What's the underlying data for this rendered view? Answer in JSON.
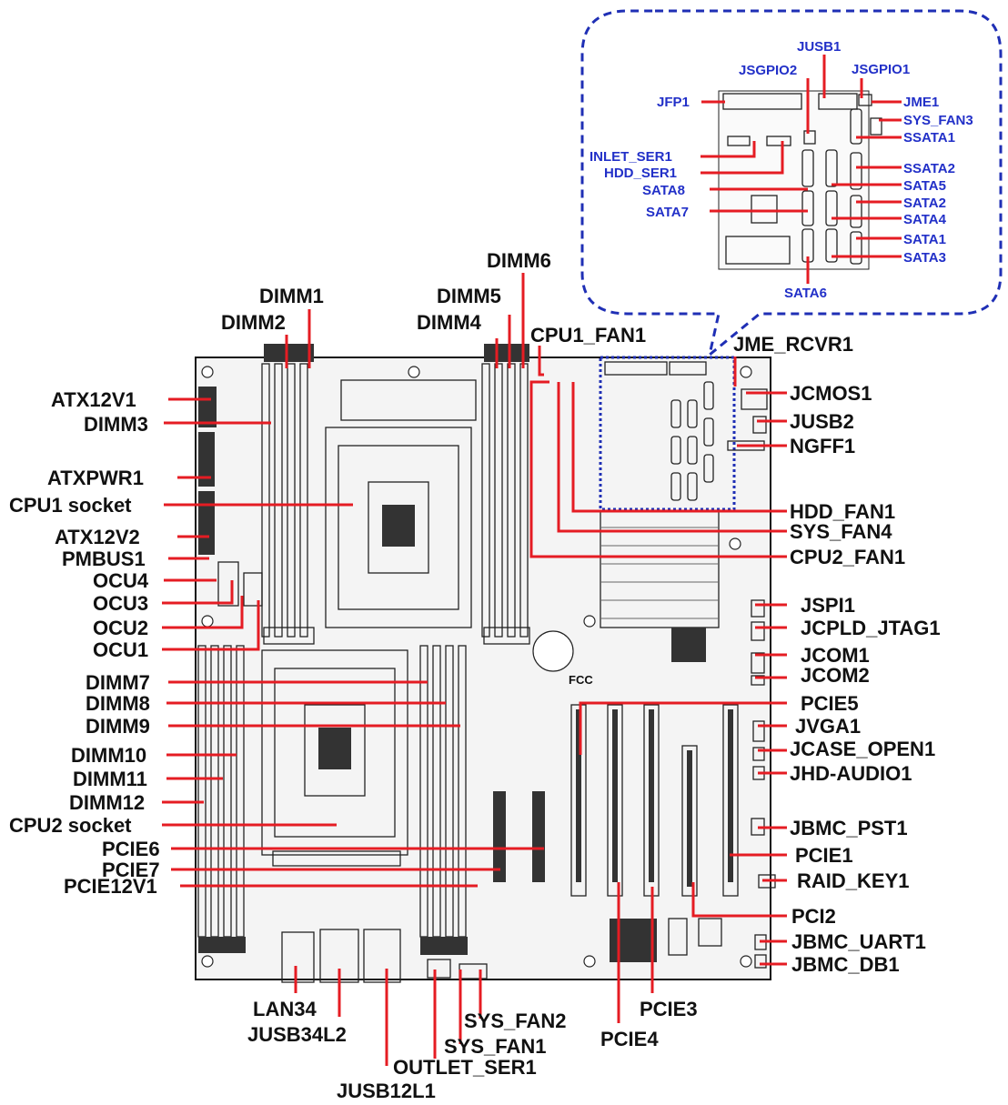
{
  "callout_labels": {
    "jusb1": "JUSB1",
    "jsgpio2": "JSGPIO2",
    "jsgpio1": "JSGPIO1",
    "jfp1": "JFP1",
    "jme1": "JME1",
    "sys_fan3": "SYS_FAN3",
    "ssata1": "SSATA1",
    "inlet_ser1": "INLET_SER1",
    "hdd_ser1": "HDD_SER1",
    "ssata2": "SSATA2",
    "sata5": "SATA5",
    "sata8": "SATA8",
    "sata2": "SATA2",
    "sata7": "SATA7",
    "sata4": "SATA4",
    "sata1": "SATA1",
    "sata3": "SATA3",
    "sata6": "SATA6"
  },
  "labels": {
    "dimm6": "DIMM6",
    "dimm1": "DIMM1",
    "dimm5": "DIMM5",
    "dimm2": "DIMM2",
    "dimm4": "DIMM4",
    "cpu1_fan1": "CPU1_FAN1",
    "jme_rcvr1": "JME_RCVR1",
    "atx12v1": "ATX12V1",
    "jcmos1": "JCMOS1",
    "dimm3": "DIMM3",
    "jusb2": "JUSB2",
    "ngff1": "NGFF1",
    "atxpwr1": "ATXPWR1",
    "cpu1_socket": "CPU1 socket",
    "hdd_fan1": "HDD_FAN1",
    "atx12v2": "ATX12V2",
    "sys_fan4": "SYS_FAN4",
    "pmbus1": "PMBUS1",
    "cpu2_fan1": "CPU2_FAN1",
    "ocu4": "OCU4",
    "ocu3": "OCU3",
    "jspi1": "JSPI1",
    "ocu2": "OCU2",
    "jcpld_jtag1": "JCPLD_JTAG1",
    "ocu1": "OCU1",
    "jcom1": "JCOM1",
    "jcom2": "JCOM2",
    "dimm7": "DIMM7",
    "dimm8": "DIMM8",
    "pcie5": "PCIE5",
    "dimm9": "DIMM9",
    "jvga1": "JVGA1",
    "dimm10": "DIMM10",
    "jcase_open1": "JCASE_OPEN1",
    "dimm11": "DIMM11",
    "jhd_audio1": "JHD-AUDIO1",
    "dimm12": "DIMM12",
    "cpu2_socket": "CPU2 socket",
    "jbmc_pst1": "JBMC_PST1",
    "pcie6": "PCIE6",
    "pcie1": "PCIE1",
    "pcie7": "PCIE7",
    "raid_key1": "RAID_KEY1",
    "pcie12v1": "PCIE12V1",
    "pci2": "PCI2",
    "jbmc_uart1": "JBMC_UART1",
    "jbmc_db1": "JBMC_DB1",
    "lan34": "LAN34",
    "sys_fan2": "SYS_FAN2",
    "pcie3": "PCIE3",
    "jusb34l2": "JUSB34L2",
    "sys_fan1": "SYS_FAN1",
    "pcie4": "PCIE4",
    "outlet_ser1": "OUTLET_SER1",
    "jusb12l1": "JUSB12L1",
    "fcc_mark": "FCC"
  },
  "colors": {
    "leader": "#e51c23",
    "callout_border": "#1f2fb5",
    "callout_text": "#2230c8",
    "label_text": "#111111"
  }
}
